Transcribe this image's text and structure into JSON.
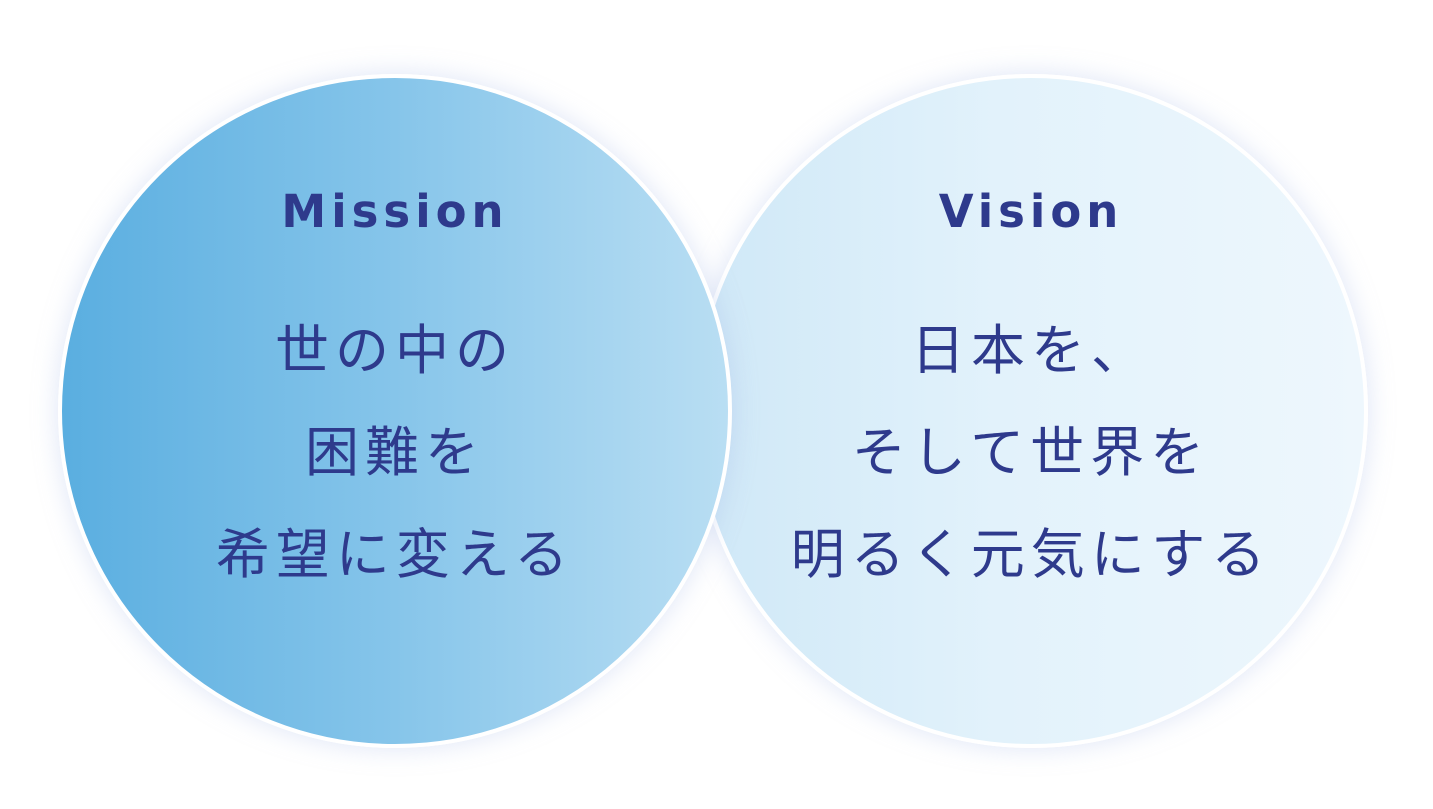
{
  "mission": {
    "heading": "Mission",
    "lines": [
      "世の中の",
      "困難を",
      "希望に変える"
    ]
  },
  "vision": {
    "heading": "Vision",
    "lines": [
      "日本を、",
      "そして世界を",
      "明るく元気にする"
    ]
  },
  "colors": {
    "text": "#2e3a8c",
    "mission_gradient_start": "#5aaee0",
    "mission_gradient_end": "#b9def3",
    "vision_gradient_start": "#cfe8f7",
    "vision_gradient_end": "#eef7fd"
  }
}
